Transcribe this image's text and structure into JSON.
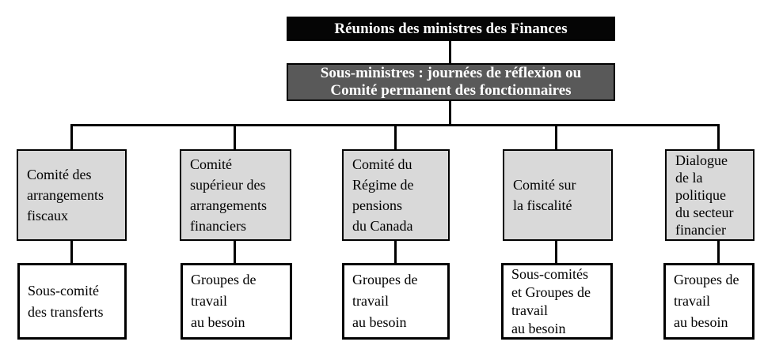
{
  "nodes": {
    "root": "Réunions des ministres des Finances",
    "deputy": "Sous-ministres : journées de réflexion ou\nComité permanent des fonctionnaires",
    "branches": [
      {
        "committee": "Comité des\narrangements\nfiscaux",
        "subgroup": "Sous-comité\ndes transferts"
      },
      {
        "committee": "Comité\nsupérieur des\narrangements\nfinanciers",
        "subgroup": "Groupes de\ntravail\nau besoin"
      },
      {
        "committee": "Comité du\nRégime de\npensions\ndu Canada",
        "subgroup": "Groupes de\ntravail\nau besoin"
      },
      {
        "committee": "Comité sur\nla fiscalité",
        "subgroup": "Sous-comités\net Groupes de\ntravail\nau besoin"
      },
      {
        "committee": "Dialogue\nde la\npolitique\ndu secteur\nfinancier",
        "subgroup": "Groupes de\ntravail\nau besoin"
      }
    ]
  },
  "colors": {
    "root_bg": "#050505",
    "root_text": "#ffffff",
    "deputy_bg": "#595959",
    "deputy_text": "#ffffff",
    "committee_bg": "#d9d9d9",
    "subgroup_bg": "#ffffff",
    "line": "#000000"
  }
}
